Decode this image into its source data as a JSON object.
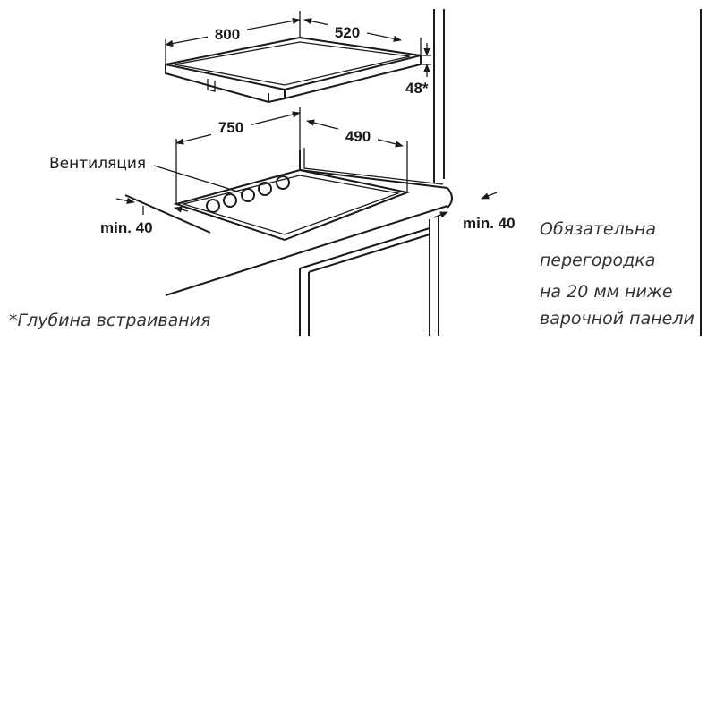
{
  "dimensions": {
    "panel_width": "800",
    "panel_depth": "520",
    "panel_height": "48*",
    "cutout_width": "750",
    "cutout_depth": "490",
    "min_left": "min. 40",
    "min_right": "min. 40"
  },
  "labels": {
    "ventilation": "Вентиляция",
    "footnote": "*Глубина встраивания",
    "partition_note": [
      "Обязательна",
      "перегородка",
      "на 20 мм ниже",
      "варочной панели"
    ]
  },
  "colors": {
    "line": "#1a1a1a",
    "note_text": "#333333",
    "background": "#ffffff"
  }
}
